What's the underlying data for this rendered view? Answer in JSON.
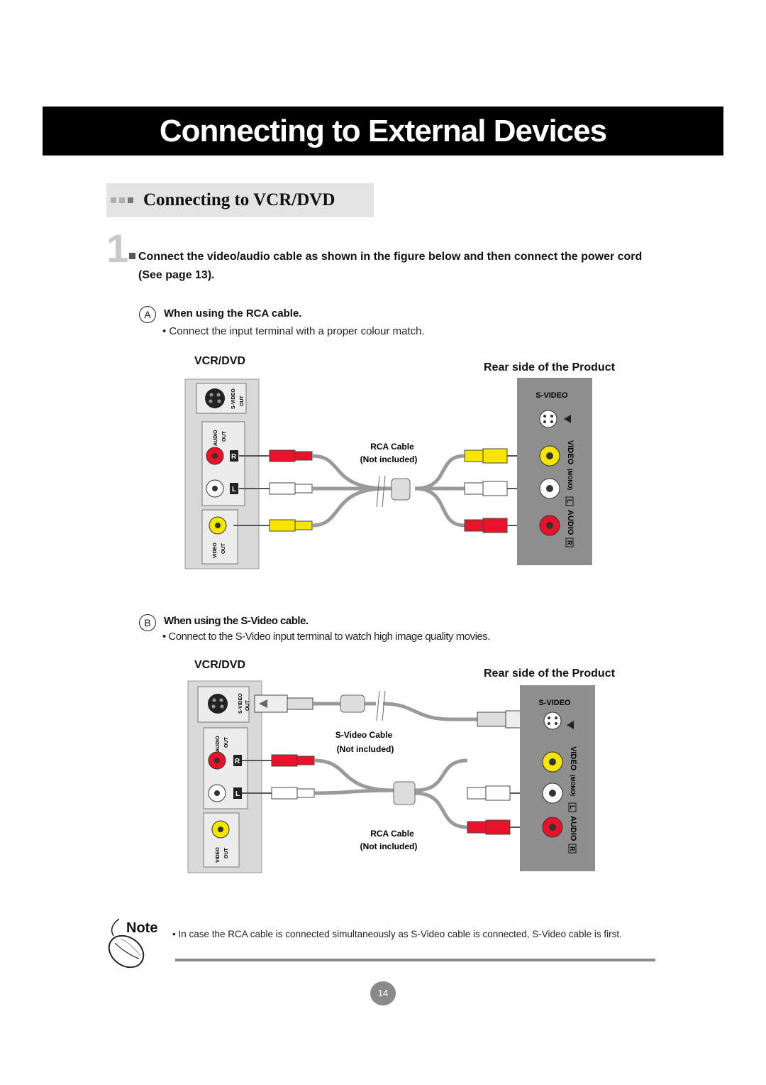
{
  "page_title": "Connecting to External Devices",
  "section_title": "Connecting to VCR/DVD",
  "step": {
    "number": "1",
    "text": "Connect the video/audio cable as shown in the figure below and then connect the power cord (See page 13)."
  },
  "section_a": {
    "letter": "A",
    "heading": "When using the RCA cable.",
    "bullet": "• Connect the input terminal with a proper colour match.",
    "device_label": "VCR/DVD",
    "product_label": "Rear side of the Product",
    "cable_label_1": "RCA Cable",
    "cable_label_2": "(Not included)"
  },
  "section_b": {
    "letter": "B",
    "heading": "When using the S-Video cable.",
    "bullet": "• Connect to the S-Video input terminal to watch high image quality movies.",
    "device_label": "VCR/DVD",
    "product_label": "Rear side of the Product",
    "svideo_cable_1": "S-Video Cable",
    "svideo_cable_2": "(Not included)",
    "rca_cable_1": "RCA Cable",
    "rca_cable_2": "(Not included)"
  },
  "vcr_panel": {
    "svideo_out_1": "S-VIDEO",
    "svideo_out_2": "OUT",
    "audio_out_1": "AUDIO",
    "audio_out_2": "OUT",
    "video_out_1": "VIDEO",
    "video_out_2": "OUT",
    "r_tag": "R",
    "l_tag": "L"
  },
  "product_panel": {
    "svideo": "S-VIDEO",
    "video": "VIDEO",
    "mono": "(MONO)",
    "l_tag": "L",
    "audio": "AUDIO",
    "r_tag": "R"
  },
  "note": {
    "label": "Note",
    "text": "• In case the RCA cable is connected simultaneously as S-Video cable is connected, S-Video cable is first."
  },
  "page_number": "14",
  "colors": {
    "red_plug": "#e8132a",
    "yellow_plug": "#f6e500",
    "panel_grey": "#8e8e8e",
    "vcr_panel": "#d9d9d9"
  }
}
